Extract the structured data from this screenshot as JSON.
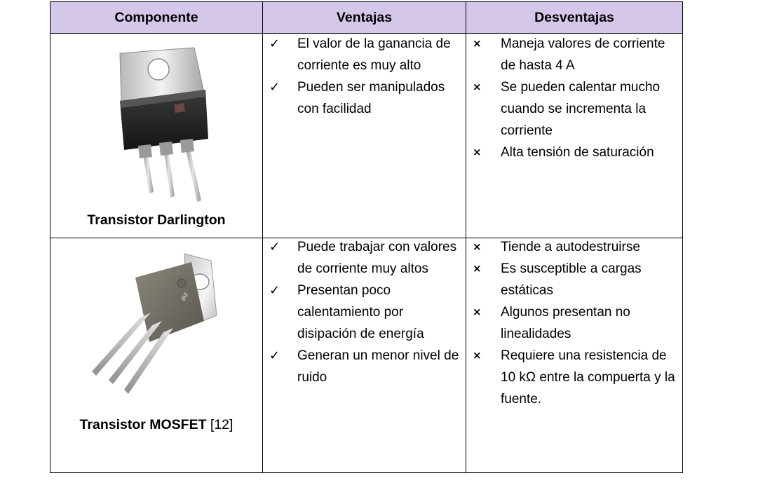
{
  "table": {
    "headers": [
      "Componente",
      "Ventajas",
      "Desventajas"
    ],
    "rows": [
      {
        "component_name": "Transistor Darlington",
        "component_ref": "",
        "ventajas": [
          "El valor de la ganancia de corriente es muy alto",
          "Pueden ser manipulados con facilidad"
        ],
        "desventajas": [
          "Maneja valores de corriente de hasta 4 A",
          "Se pueden calentar mucho cuando se incrementa la corriente",
          "Alta tensión de saturación"
        ]
      },
      {
        "component_name": "Transistor MOSFET",
        "component_ref": "[12]",
        "ventajas": [
          "Puede trabajar con valores de corriente muy altos",
          "Presentan poco calentamiento por disipación de energía",
          "Generan un menor nivel de ruido"
        ],
        "desventajas": [
          "Tiende a  autodestruirse",
          "Es susceptible a cargas estáticas",
          "Algunos presentan no linealidades",
          "Requiere una resistencia de 10 kΩ entre la compuerta y la fuente."
        ]
      }
    ]
  },
  "icons": {
    "ventaja": "check-mark-icon",
    "desventaja": "x-mark-icon"
  },
  "colors": {
    "header_bg": "#d5c7ea"
  }
}
